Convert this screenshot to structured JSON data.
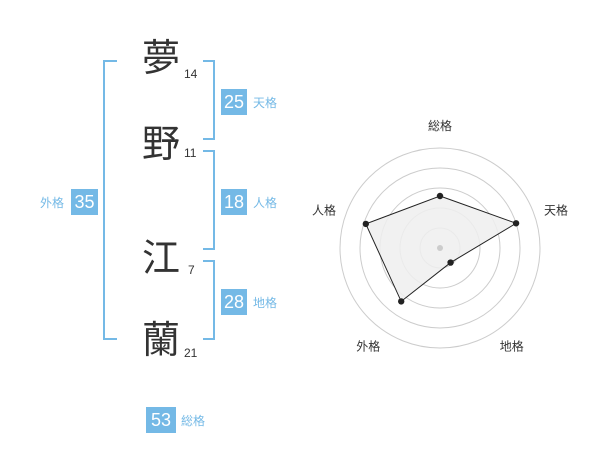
{
  "name": {
    "characters": [
      {
        "char": "夢",
        "strokes": "14"
      },
      {
        "char": "野",
        "strokes": "11"
      },
      {
        "char": "江",
        "strokes": "7"
      },
      {
        "char": "蘭",
        "strokes": "21"
      }
    ]
  },
  "fortune": {
    "tenkaku": {
      "value": "25",
      "label": "天格"
    },
    "jinkaku": {
      "value": "18",
      "label": "人格"
    },
    "chikaku": {
      "value": "28",
      "label": "地格"
    },
    "gaikaku": {
      "value": "35",
      "label": "外格"
    },
    "soukaku": {
      "value": "53",
      "label": "総格"
    }
  },
  "radar": {
    "axes": [
      "総格",
      "天格",
      "地格",
      "外格",
      "人格"
    ],
    "levels": 5,
    "values": [
      2.6,
      4.0,
      0.9,
      3.3,
      3.9
    ],
    "max": 5,
    "colors": {
      "fill": "#efefef",
      "line": "#222222",
      "grid": "#cccccc",
      "center": "#cccccc"
    }
  },
  "colors": {
    "accent": "#74b9e6",
    "text": "#333333"
  }
}
